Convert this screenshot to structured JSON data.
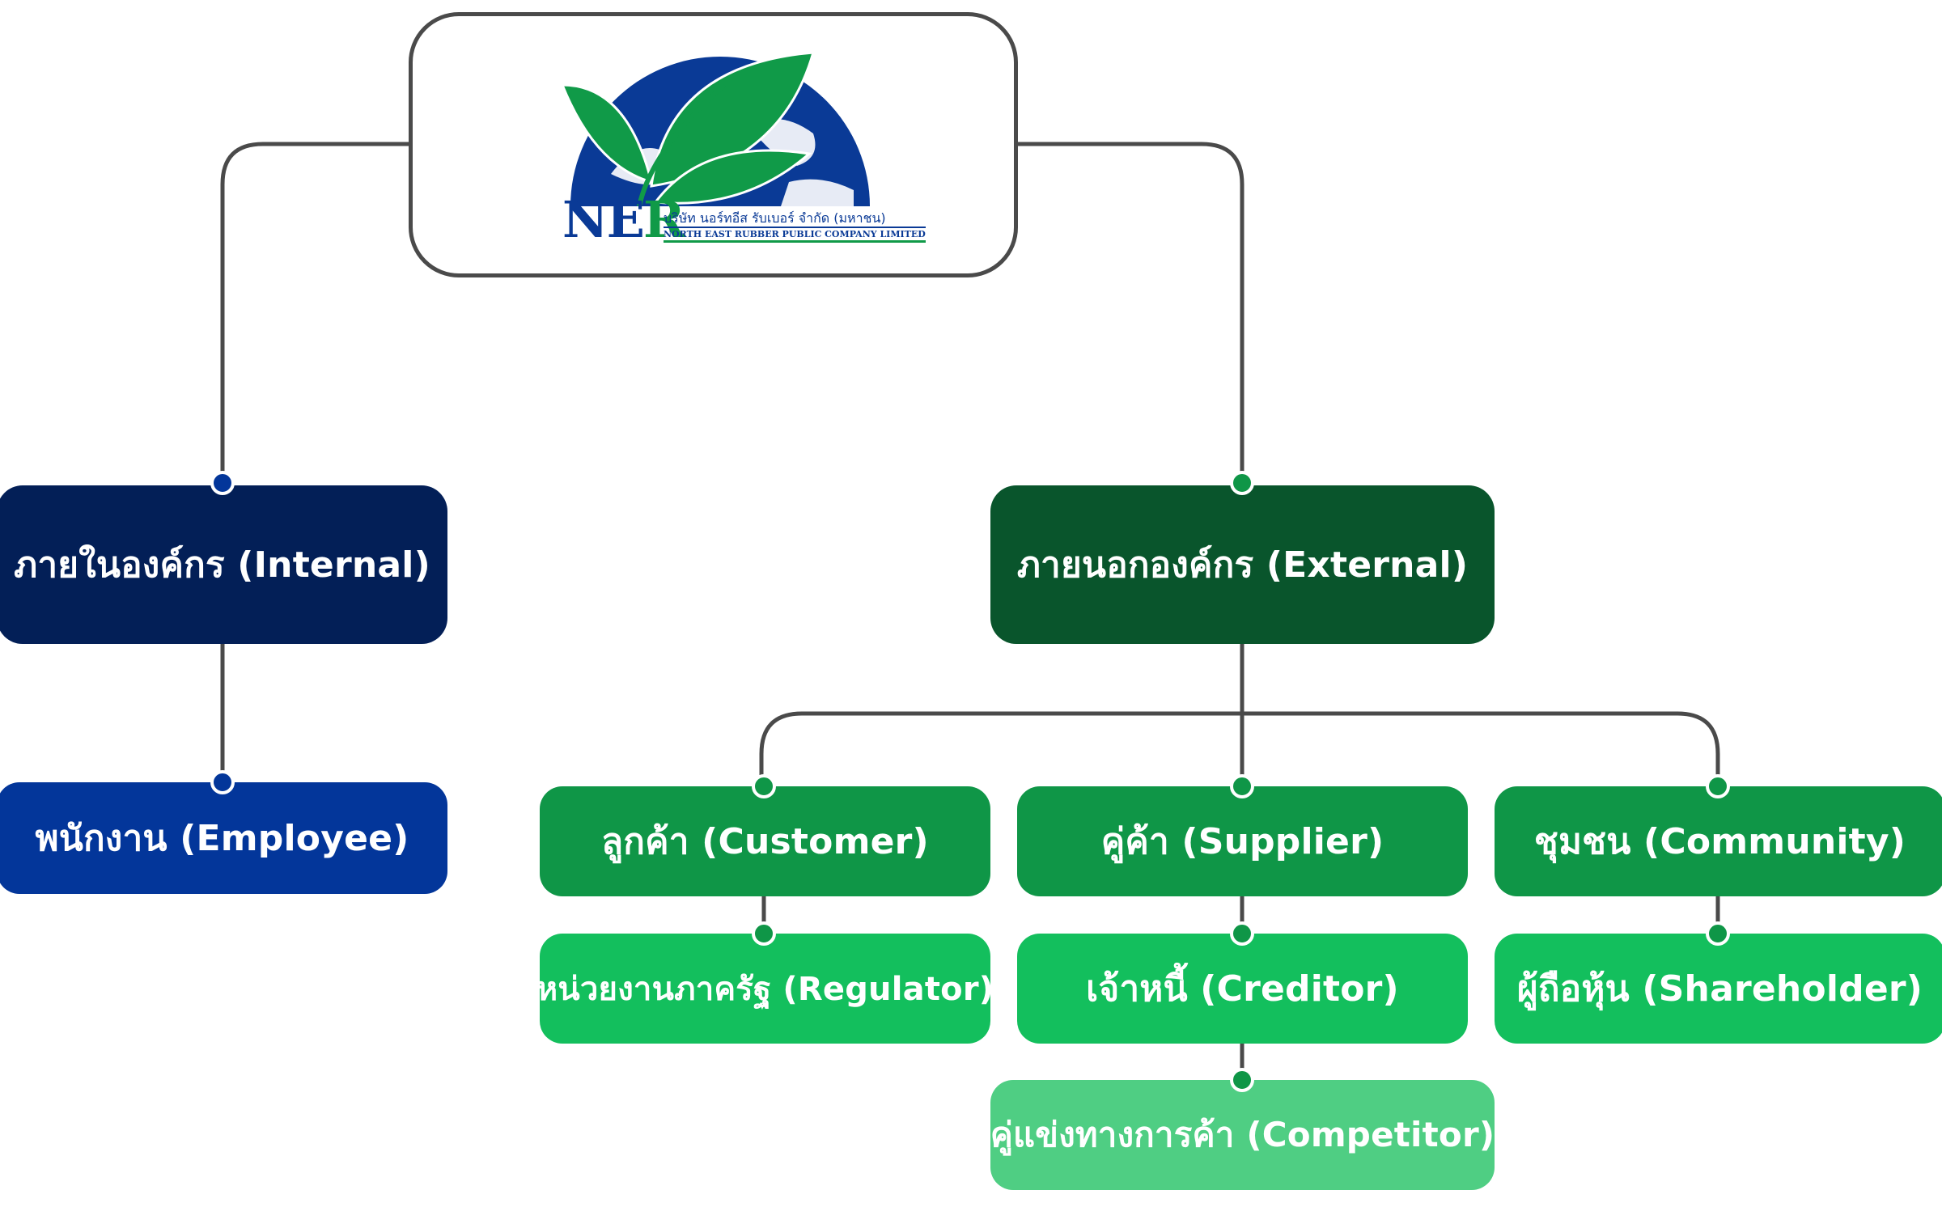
{
  "logo": {
    "brand_letters_blue": "NE",
    "brand_letter_green": "R",
    "company_name_thai": "บริษัท นอร์ทอีส รับเบอร์ จำกัด (มหาชน)",
    "company_name_english": "NORTH EAST RUBBER PUBLIC COMPANY LIMITED",
    "icon": "globe-with-leaves-icon"
  },
  "colors": {
    "connector": "#4a4a4a",
    "internal_dark": "#031f57",
    "internal_mid": "#03369a",
    "external_dark": "#09552c",
    "external_mid": "#0f9647",
    "external_light": "#13bf5d",
    "external_lighter": "#4fce83",
    "dot_blue": "#03369a",
    "dot_green": "#0f9647"
  },
  "internal": {
    "label": "ภายในองค์กร (Internal)",
    "children": [
      {
        "label": "พนักงาน (Employee)"
      }
    ]
  },
  "external": {
    "label": "ภายนอกองค์กร (External)",
    "columns": [
      {
        "label": "ลูกค้า (Customer)",
        "child": "หน่วยงานภาครัฐ (Regulator)"
      },
      {
        "label": "คู่ค้า (Supplier)",
        "child": "เจ้าหนี้ (Creditor)",
        "grandchild": "คู่แข่งทางการค้า (Competitor)"
      },
      {
        "label": "ชุมชน (Community)",
        "child": "ผู้ถือหุ้น (Shareholder)"
      }
    ]
  }
}
